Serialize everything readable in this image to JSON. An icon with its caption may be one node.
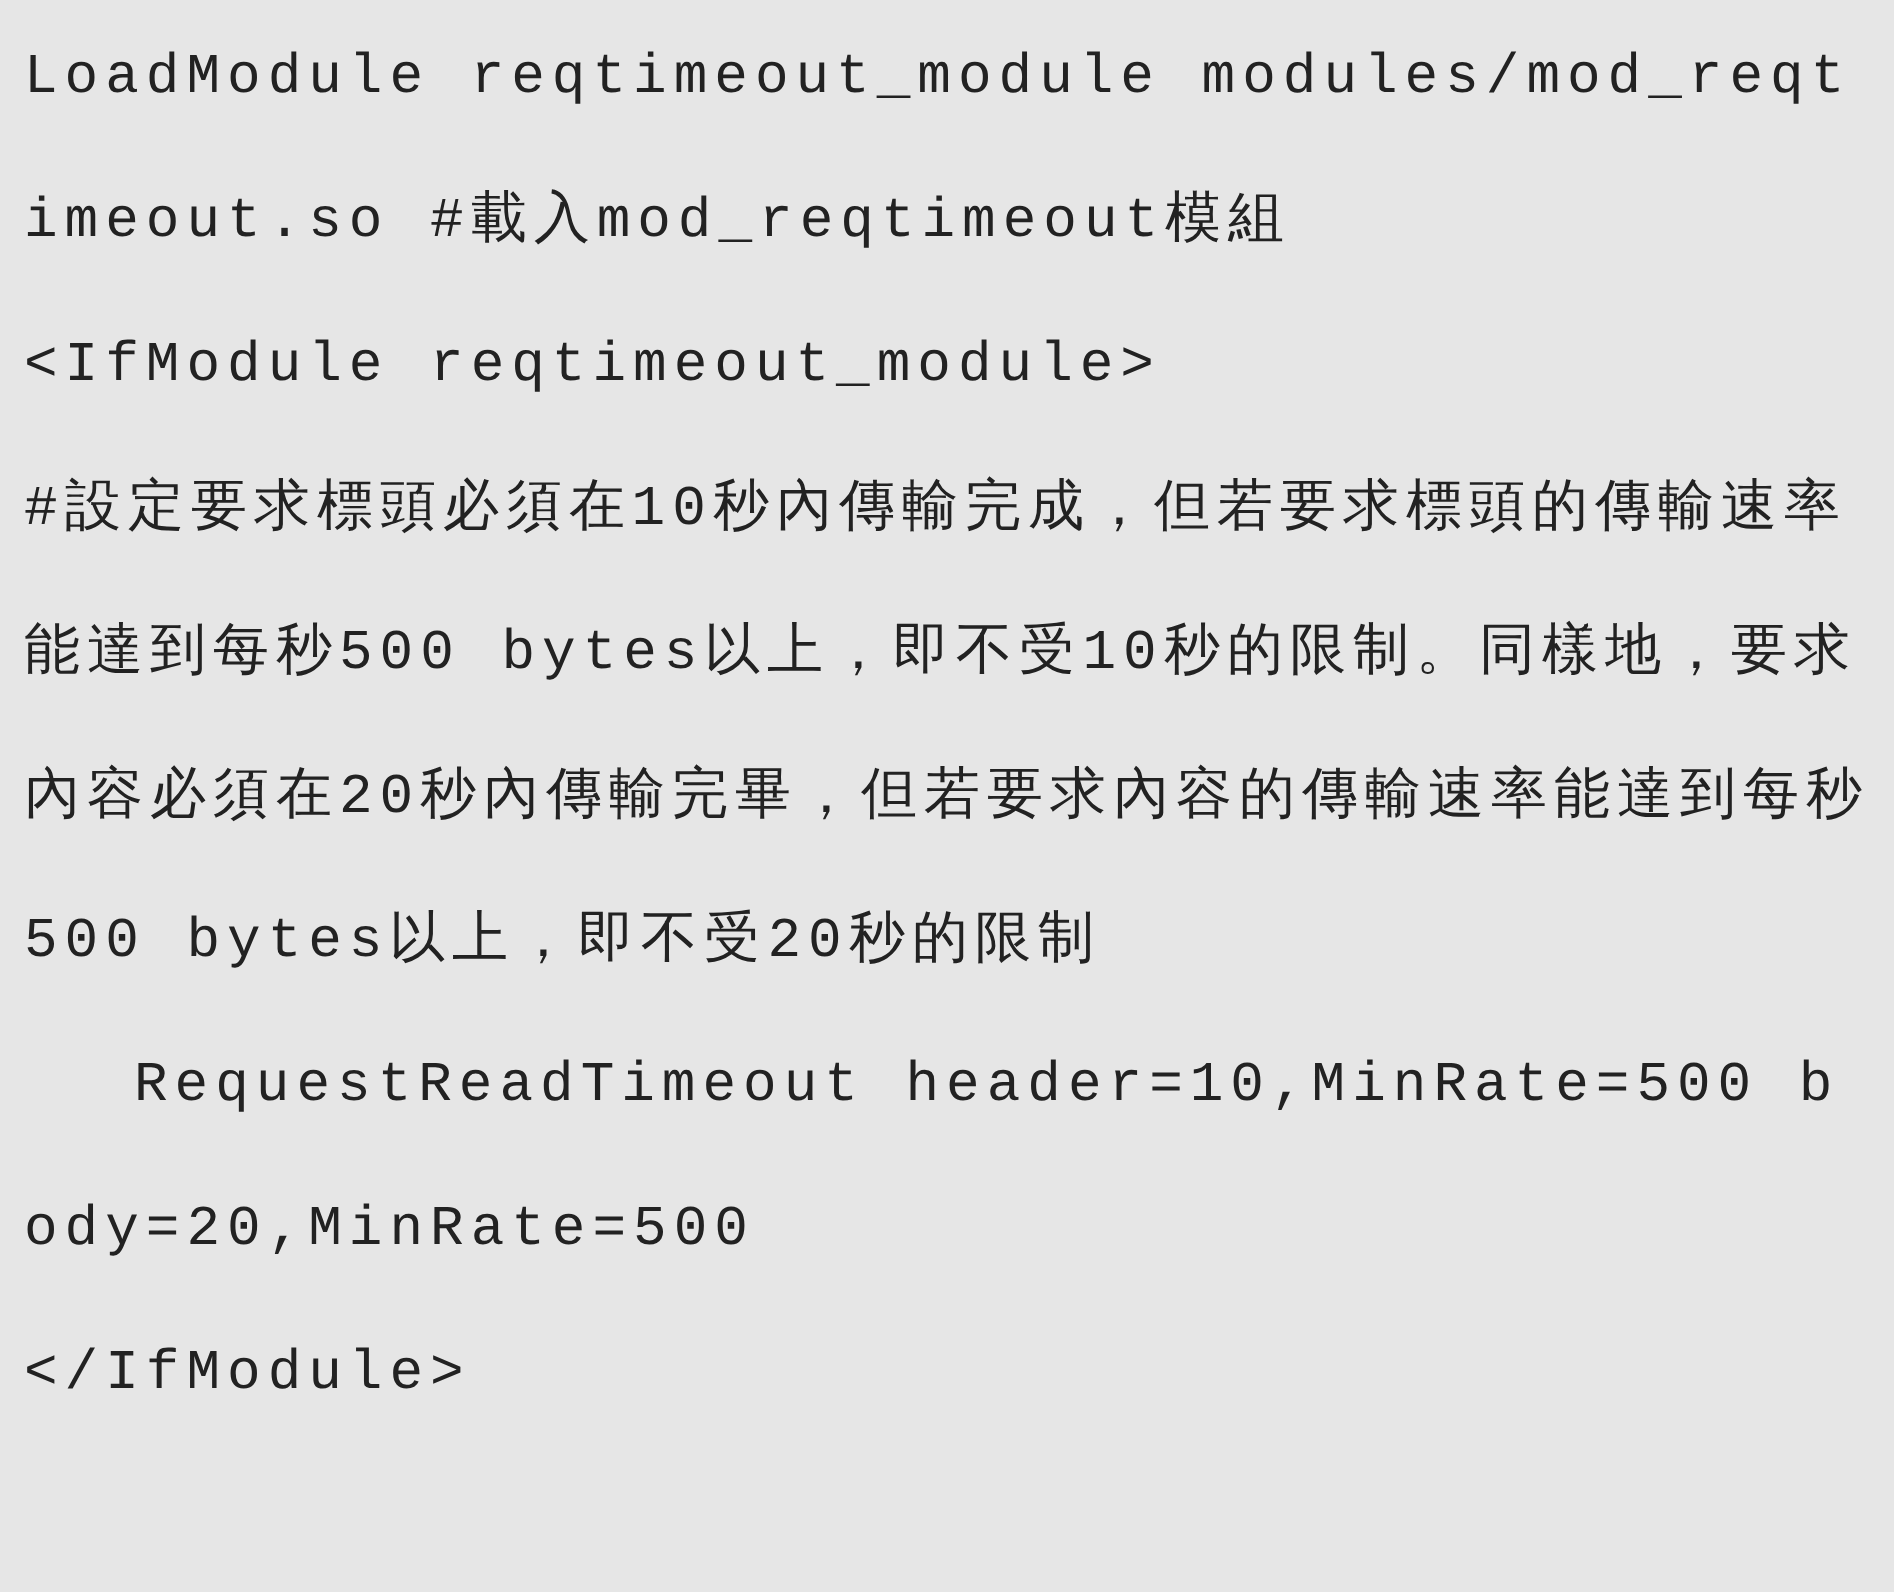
{
  "diagram": {
    "labels": [
      "LoadModule reqtimeout_module modules/mod_reqtimeout.so #載入mod_reqtimeout模組",
      "<IfModule reqtimeout_module>",
      "#設定要求標頭必須在10秒內傳輸完成，但若要求標頭的傳輸速率能達到每秒500 bytes以上，即不受10秒的限制。同樣地，要求內容必須在20秒內傳輸完畢，但若要求內容的傳輸速率能達到每秒500 bytes以上，即不受20秒的限制",
      "RequestReadTimeout header=10,MinRate=500 body=20,MinRate=500",
      "</IfModule>"
    ]
  }
}
